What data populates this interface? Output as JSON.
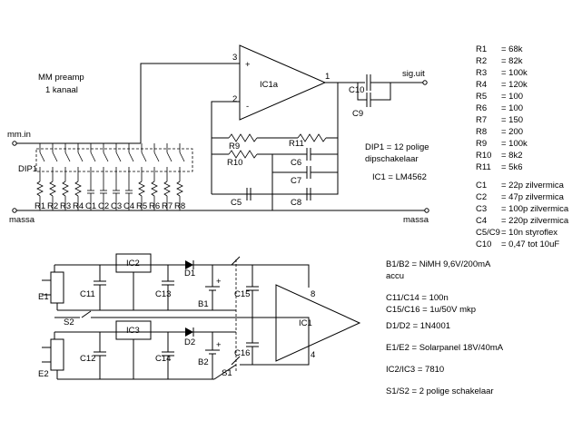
{
  "title": {
    "line1": "MM preamp",
    "line2": "1 kanaal"
  },
  "nets": {
    "in": "mm.in",
    "gnd_left": "massa",
    "gnd_right": "massa",
    "out": "sig.uit"
  },
  "opamp": {
    "name": "IC1a",
    "pin_plus": "3",
    "pin_minus": "2",
    "pin_out": "1",
    "plus_sign": "+",
    "minus_sign": "-"
  },
  "dip": {
    "name": "DIP1"
  },
  "bank_labels": [
    "R1",
    "R2",
    "R3",
    "R4",
    "C1",
    "C2",
    "C3",
    "C4",
    "R5",
    "R6",
    "R7",
    "R8"
  ],
  "feedback": {
    "r9": "R9",
    "r10": "R10",
    "r11": "R11",
    "c5": "C5",
    "c6": "C6",
    "c7": "C7",
    "c8": "C8",
    "c9": "C9",
    "c10": "C10"
  },
  "notes": {
    "dip1": "DIP1 = 12 polige",
    "dip2": "dipschakelaar",
    "ic1": "IC1  =  LM4562"
  },
  "parts_right": [
    {
      "ref": "R1",
      "val": "= 68k"
    },
    {
      "ref": "R2",
      "val": "= 82k"
    },
    {
      "ref": "R3",
      "val": "= 100k"
    },
    {
      "ref": "R4",
      "val": "= 120k"
    },
    {
      "ref": "R5",
      "val": "= 100"
    },
    {
      "ref": "R6",
      "val": "= 100"
    },
    {
      "ref": "R7",
      "val": "= 150"
    },
    {
      "ref": "R8",
      "val": "= 200"
    },
    {
      "ref": "R9",
      "val": "= 100k"
    },
    {
      "ref": "R10",
      "val": "= 8k2"
    },
    {
      "ref": "R11",
      "val": "= 5k6"
    }
  ],
  "caps_right": [
    {
      "ref": "C1",
      "val": "= 22p zilvermica"
    },
    {
      "ref": "C2",
      "val": "= 47p zilvermica"
    },
    {
      "ref": "C3",
      "val": "= 100p zilvermica"
    },
    {
      "ref": "C4",
      "val": "= 220p zilvermica"
    },
    {
      "ref": "C5/C9",
      "val": "= 10n styroflex"
    },
    {
      "ref": "C10",
      "val": "= 0,47 tot 10uF"
    }
  ],
  "psu": {
    "ic2": "IC2",
    "ic3": "IC3",
    "ic1": "IC1",
    "pin8": "8",
    "pin4": "4",
    "c11": "C11",
    "c12": "C12",
    "c13": "C13",
    "c14": "C14",
    "c15": "C15",
    "c16": "C16",
    "d1": "D1",
    "d2": "D2",
    "b1": "B1",
    "b2": "B2",
    "e1": "E1",
    "e2": "E2",
    "s1": "S1",
    "s2": "S2",
    "plus": "+"
  },
  "psu_notes": {
    "b_line1": "B1/B2      = NiMH 9,6V/200mA",
    "b_line2": "accu",
    "c11": "C11/C14 = 100n",
    "c15": "C15/C16 = 1u/50V mkp",
    "d": "D1/D2      = 1N4001",
    "e": "E1/E2      = Solarpanel 18V/40mA",
    "ic": "IC2/IC3     = 7810",
    "s": "S1/S2      = 2 polige schakelaar"
  }
}
